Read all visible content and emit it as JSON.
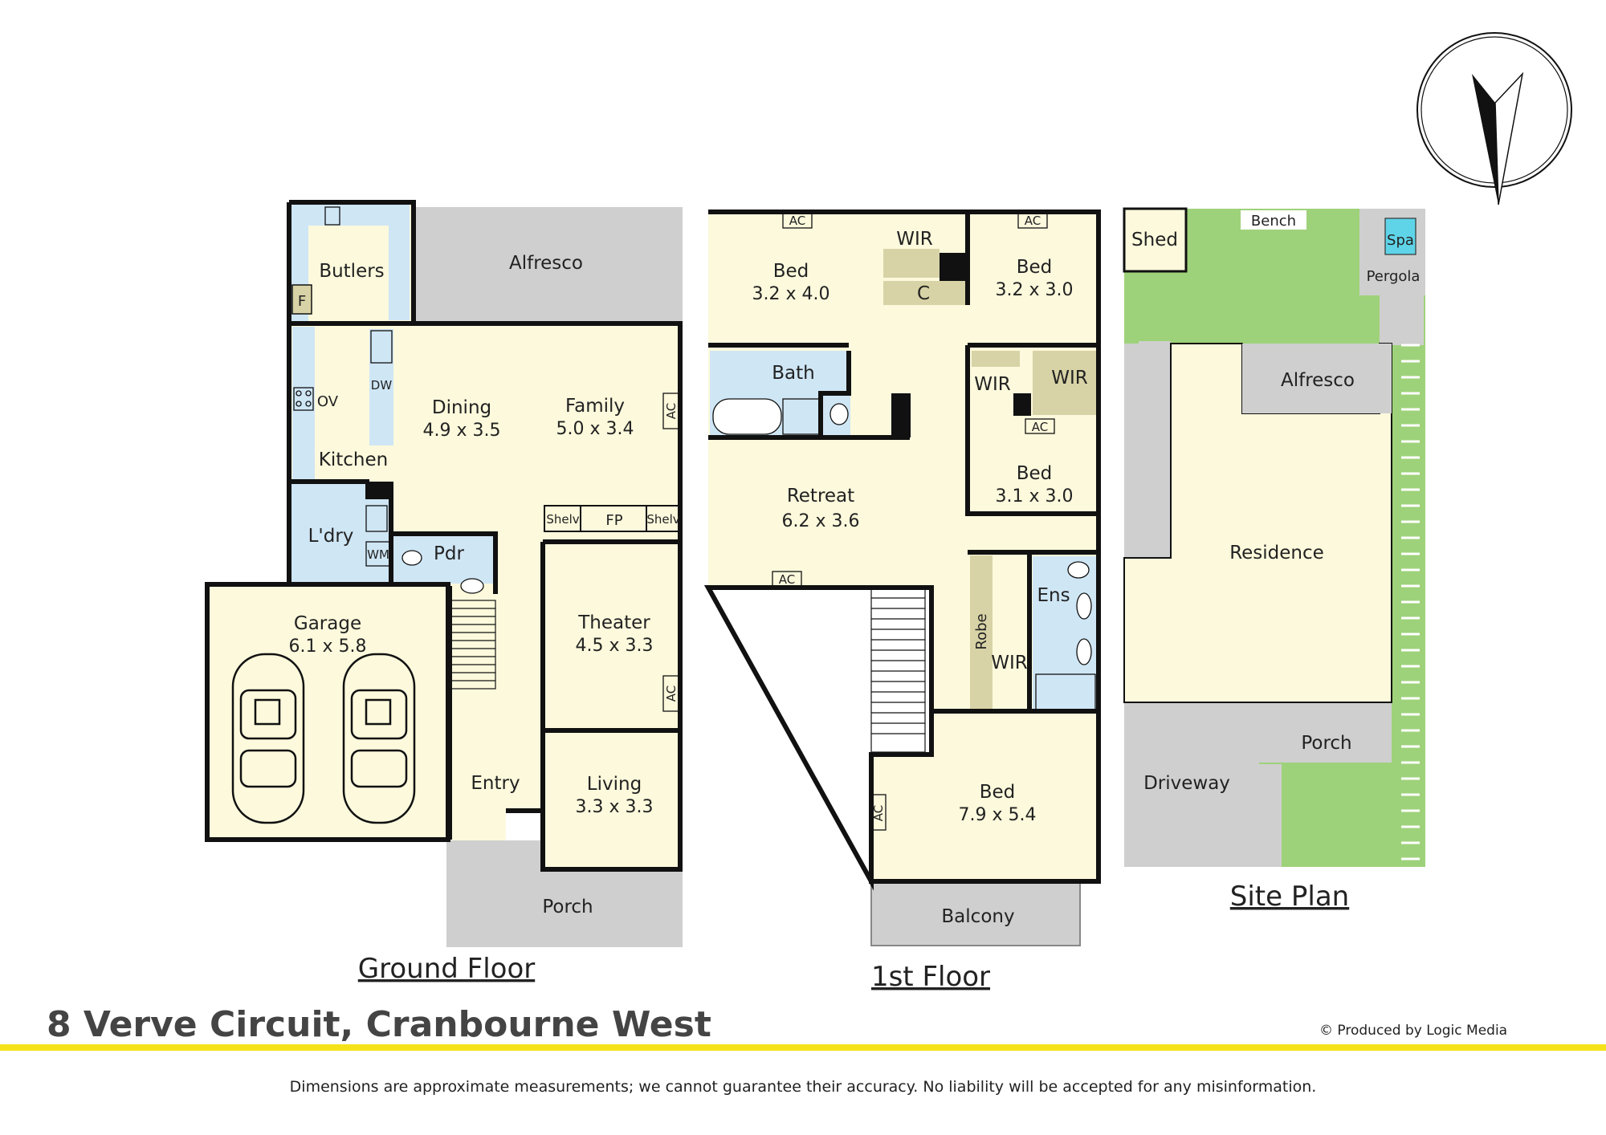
{
  "ground_floor": {
    "title": "Ground Floor",
    "rooms": {
      "butlers": "Butlers",
      "f": "F",
      "alfresco": "Alfresco",
      "ov": "OV",
      "dw": "DW",
      "kitchen": "Kitchen",
      "dining_name": "Dining",
      "dining_dim": "4.9 x 3.5",
      "family_name": "Family",
      "family_dim": "5.0 x 3.4",
      "ac1": "AC",
      "shelv1": "Shelv",
      "fp": "FP",
      "shelv2": "Shelv",
      "laundry": "L'dry",
      "wm": "WM",
      "pdr": "Pdr",
      "theater_name": "Theater",
      "theater_dim": "4.5 x 3.3",
      "ac2": "AC",
      "garage_name": "Garage",
      "garage_dim": "6.1 x 5.8",
      "entry": "Entry",
      "living_name": "Living",
      "living_dim": "3.3 x 3.3",
      "porch": "Porch"
    }
  },
  "first_floor": {
    "title": "1st Floor",
    "rooms": {
      "ac_bed1": "AC",
      "bed1_name": "Bed",
      "bed1_dim": "3.2 x 4.0",
      "wir1": "WIR",
      "c": "C",
      "ac_bed2": "AC",
      "bed2_name": "Bed",
      "bed2_dim": "3.2 x 3.0",
      "bath": "Bath",
      "wir2": "WIR",
      "wir3": "WIR",
      "ac_bed3": "AC",
      "retreat_name": "Retreat",
      "retreat_dim": "6.2 x 3.6",
      "bed3_name": "Bed",
      "bed3_dim": "3.1 x 3.0",
      "ac_retreat": "AC",
      "ens": "Ens",
      "robe": "Robe",
      "wir4": "WIR",
      "ac_bed4": "AC",
      "bed4_name": "Bed",
      "bed4_dim": "7.9 x 5.4",
      "balcony": "Balcony"
    }
  },
  "site_plan": {
    "title": "Site Plan",
    "labels": {
      "shed": "Shed",
      "bench": "Bench",
      "spa": "Spa",
      "pergola": "Pergola",
      "alfresco": "Alfresco",
      "residence": "Residence",
      "driveway": "Driveway",
      "porch": "Porch"
    }
  },
  "footer": {
    "address": "8 Verve Circuit, Cranbourne West",
    "credit": "© Produced by Logic Media",
    "disclaimer": "Dimensions are approximate measurements; we cannot guarantee their accuracy. No liability will be accepted for any misinformation."
  },
  "colors": {
    "room_fill": "#fcf9dc",
    "wet_fill": "#cfe6f5",
    "outdoor_fill": "#cfcfcf",
    "robe_fill": "#d8d3a6",
    "lawn_fill": "#9ed27a",
    "accent_line": "#f5e31a",
    "wall": "#111111"
  },
  "icons": {
    "compass": "north-arrow-icon"
  }
}
